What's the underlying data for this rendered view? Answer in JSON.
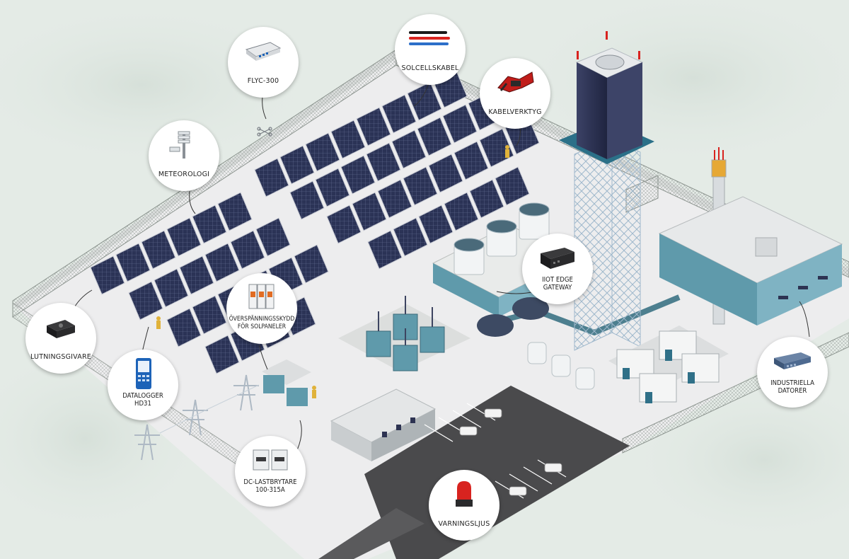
{
  "callouts": {
    "flyc": {
      "label": "FLYC-300",
      "icon": "mini-pc-icon"
    },
    "solcellskabel": {
      "label": "SOLCELLSKABEL",
      "icon": "cable-icon"
    },
    "kabelverktyg": {
      "label": "KABELVERKTYG",
      "icon": "cable-tool-icon"
    },
    "meteorologi": {
      "label": "METEOROLOGI",
      "icon": "weather-station-icon"
    },
    "iiot": {
      "line1": "IIOT EDGE",
      "line2": "GATEWAY",
      "icon": "gateway-icon"
    },
    "overspanning": {
      "line1": "ÖVERSPÄNNINGSSKYDD",
      "line2": "FÖR SOLPANELER",
      "icon": "surge-protector-icon"
    },
    "lutning": {
      "label": "LUTNINGSGIVARE",
      "icon": "tilt-sensor-icon"
    },
    "datalogger": {
      "line1": "DATALOGGER",
      "line2": "HD31",
      "icon": "datalogger-icon"
    },
    "dclast": {
      "line1": "DC-LASTBRYTARE",
      "line2": "100-315A",
      "icon": "dc-switch-icon"
    },
    "varning": {
      "label": "VARNINGSLJUS",
      "icon": "warning-light-icon"
    },
    "industriella": {
      "line1": "INDUSTRIELLA",
      "line2": "DATORER",
      "icon": "industrial-pc-icon"
    }
  },
  "colors": {
    "background": "#e4ebe6",
    "ground": "#ececec",
    "panel": "#2b3356",
    "building_teal": "#5f9aab",
    "tower_dark": "#2d3352",
    "asphalt": "#4a4a4c",
    "warning_red": "#d8231f"
  }
}
